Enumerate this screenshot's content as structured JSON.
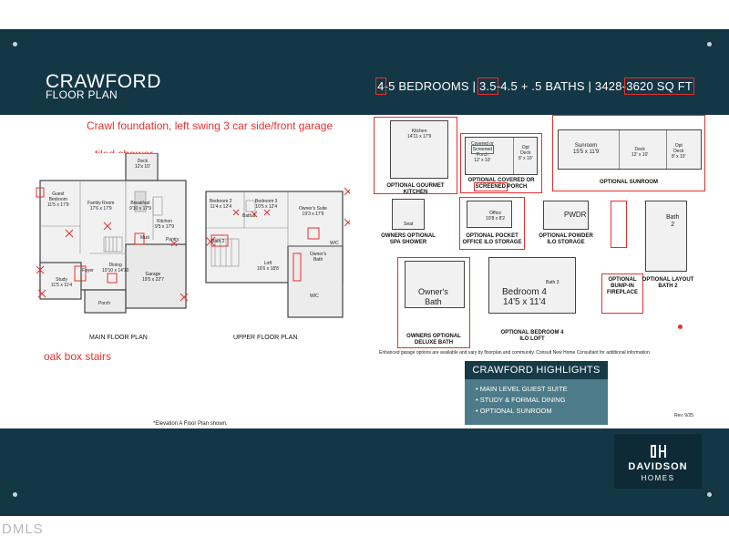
{
  "header": {
    "title": "CRAWFORD",
    "subtitle": "FLOOR PLAN",
    "specs": {
      "bed_min": "4",
      "bed_rest": "-5 BEDROOMS | ",
      "bath_min": "3.5",
      "bath_rest": "-4.5 + .5 BATHS | 3428-",
      "sqft_max": "3620 SQ FT"
    }
  },
  "annotations": {
    "foundation": "Crawl foundation, left swing 3 car side/front garage",
    "tiled_shower": "tiled shower",
    "oak_stairs": "oak box stairs"
  },
  "main_floor": {
    "caption": "MAIN FLOOR PLAN",
    "rooms": {
      "deck": "Deck\n12'x 10'",
      "guest": "Guest\nBedroom\n11'5 x 17'9",
      "family": "Family Room\n17'6 x 17'9",
      "breakfast": "Breakfast\n9'10 x 17'9",
      "kitchen": "Kitchen\n9'5 x 17'9",
      "mud": "Mud",
      "pantry": "Pantry",
      "dining": "Dining\n10'10 x 14'10",
      "garage": "Garage\n19'5 x 22'7",
      "study": "Study\n11'5 x 11'4",
      "foyer": "Foyer",
      "porch": "Porch"
    }
  },
  "upper_floor": {
    "caption": "UPPER FLOOR PLAN",
    "rooms": {
      "bed2": "Bedroom 2\n11'4 x 12'4",
      "bed3": "Bedroom 3\n10'5 x 12'4",
      "suite": "Owner's Suite\n19'3 x 17'9",
      "loft": "Loft\n16'6 x 18'8",
      "bath": "Owner's\nBath",
      "wic": "WIC",
      "wic2": "W/C",
      "bath3": "Bath 3",
      "bath2": "Bath 2"
    }
  },
  "options": {
    "gourmet_kitchen": {
      "caption": "OPTIONAL GOURMET KITCHEN",
      "room": "Kitchen\n14'11 x 17'9"
    },
    "covered_porch": {
      "caption_line1": "OPTIONAL COVERED OR",
      "caption_line2_highlight": "SCREENED",
      "caption_line2_rest": " PORCH",
      "room_line1": "Covered or",
      "room_highlight": "Screened",
      "room_line3": "Porch\n12' x 10'",
      "opt_deck": "Opt\nDeck\n8' x 10'"
    },
    "sunroom": {
      "caption": "OPTIONAL SUNROOM",
      "sunroom": "Sunroom\n15'5 x 11'9",
      "deck": "Deck\n12' x 10'",
      "opt_deck": "Opt\nDeck\n8' x 10'"
    },
    "spa_shower": {
      "caption": "OWNERS OPTIONAL\nSPA SHOWER",
      "room": "Seat"
    },
    "pocket_office": {
      "caption": "OPTIONAL POCKET\nOFFICE ILO STORAGE",
      "room": "Office\n10'8 x 8'2"
    },
    "powder": {
      "caption": "OPTIONAL POWDER\nILO STORAGE",
      "room": "PWDR"
    },
    "fireplace": {
      "caption": "OPTIONAL\nBUMP-IN\nFIREPLACE"
    },
    "layout_bath2": {
      "caption": "OPTIONAL LAYOUT\nBATH 2",
      "room": "Bath\n2"
    },
    "deluxe_bath": {
      "caption": "OWNERS OPTIONAL\nDELUXE BATH",
      "room": "Owner's\nBath"
    },
    "bedroom4": {
      "caption": "OPTIONAL BEDROOM 4\nILO LOFT",
      "room": "Bedroom 4\n14'5 x 11'4",
      "bath": "Bath 3"
    }
  },
  "disclaimer": "Enhanced garage options are available and vary by floorplan and community.  Consult New Home Consultant for additional information.",
  "elevation_note": "*Elevation A Floor Plan shown.",
  "rev": "Rev. 9/25",
  "highlights": {
    "heading": "CRAWFORD HIGHLIGHTS",
    "items": [
      "• MAIN LEVEL GUEST SUITE",
      "• STUDY & FORMAL DINING",
      "• OPTIONAL SUNROOM"
    ]
  },
  "logo": {
    "line1": "DAVIDSON",
    "line2": "HOMES"
  },
  "watermark": "DMLS",
  "colors": {
    "band": "#143746",
    "accent_red": "#e5312e",
    "highlights_bg": "#4e7b89"
  }
}
